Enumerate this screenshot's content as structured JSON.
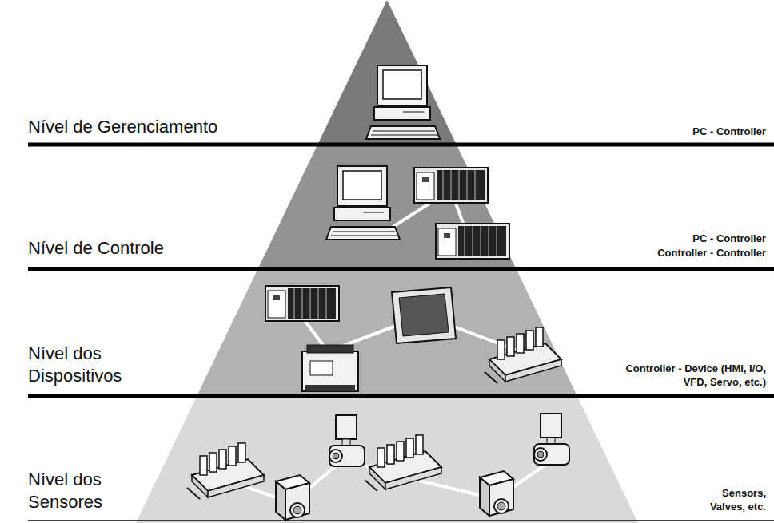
{
  "diagram": {
    "labels": [
      "Nível de Gerenciamento",
      "PC - Controller",
      "Nível de Controle",
      "PC - Controller",
      "Controller - Controller",
      "Nível dos Dispositivos",
      "Controller - Device (HMI, I/O, VFD, Servo, etc.)",
      "Nível dos Sensores",
      "Sensors, Valves, etc."
    ]
  }
}
